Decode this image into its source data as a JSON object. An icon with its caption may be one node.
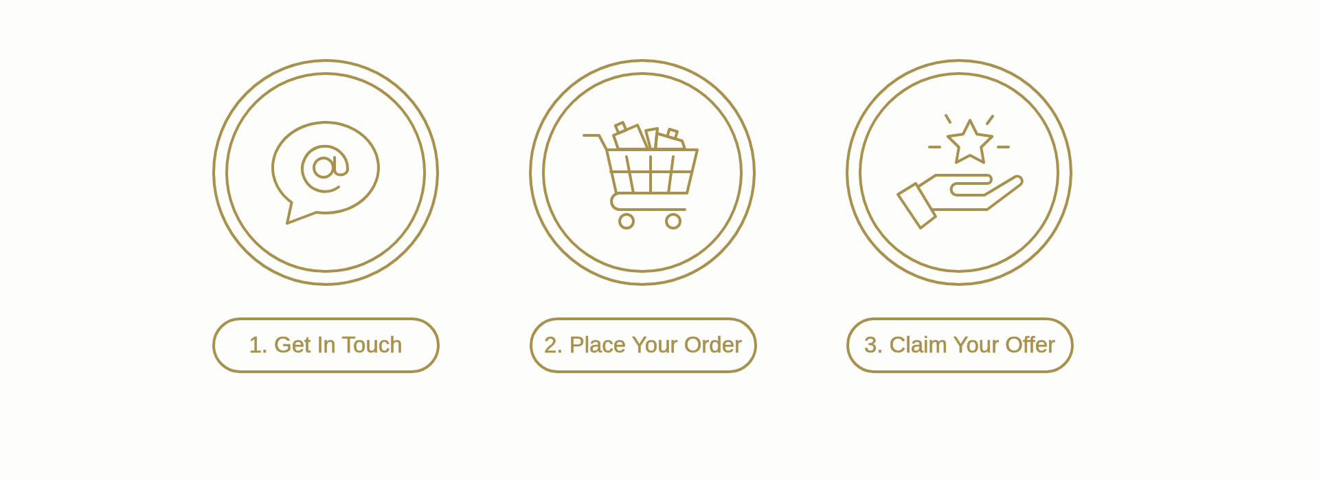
{
  "diagram": {
    "nodes": [
      {
        "text": [],
        "shape": "circle"
      },
      {
        "text": [
          "1. Get In Touch"
        ]
      },
      {
        "text": [],
        "shape": "circle"
      },
      {
        "text": [
          "2. Place Your Order"
        ]
      },
      {
        "text": [],
        "shape": "circle"
      },
      {
        "text": [
          "3. Claim Your Offer"
        ]
      }
    ]
  }
}
